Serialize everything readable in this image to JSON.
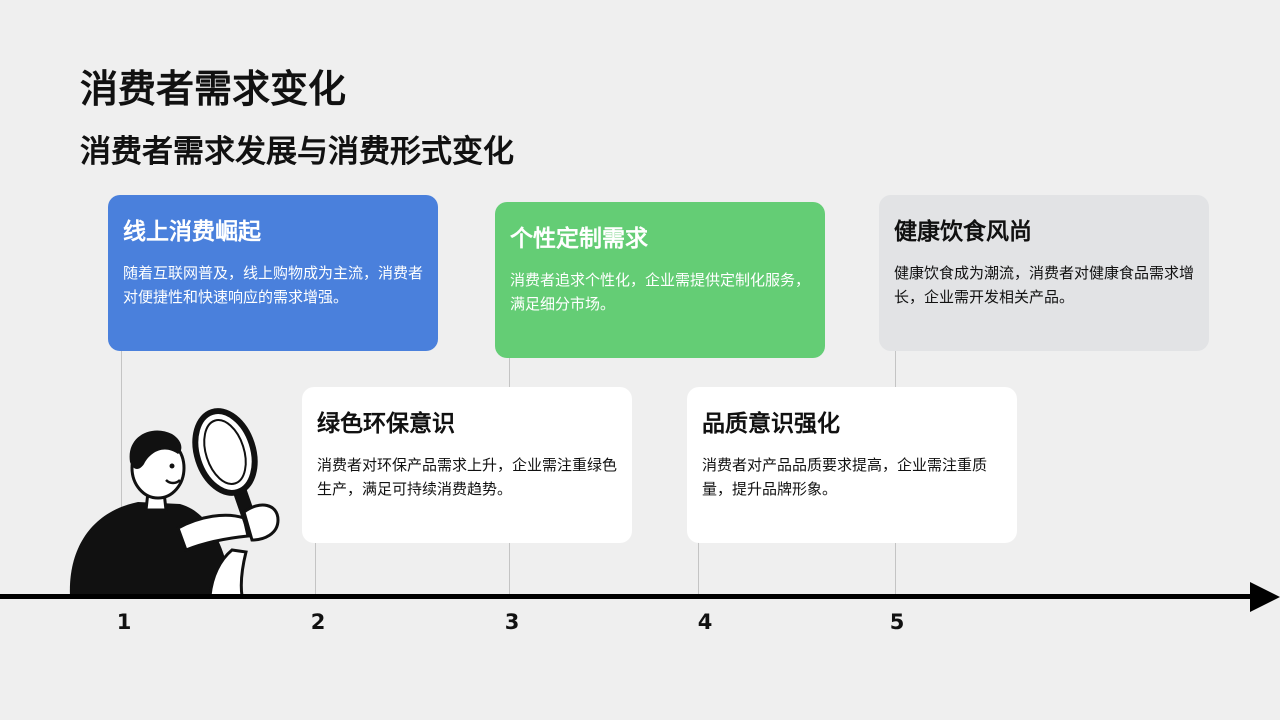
{
  "title": "消费者需求变化",
  "subtitle": "消费者需求发展与消费形式变化",
  "stages": [
    {
      "number": "1",
      "title": "线上消费崛起",
      "body": "随着互联网普及，线上购物成为主流，消费者对便捷性和快速响应的需求增强。"
    },
    {
      "number": "2",
      "title": "绿色环保意识",
      "body": "消费者对环保产品需求上升，企业需注重绿色生产，满足可持续消费趋势。"
    },
    {
      "number": "3",
      "title": "个性定制需求",
      "body": "消费者追求个性化，企业需提供定制化服务，满足细分市场。"
    },
    {
      "number": "4",
      "title": "品质意识强化",
      "body": "消费者对产品品质要求提高，企业需注重质量，提升品牌形象。"
    },
    {
      "number": "5",
      "title": "健康饮食风尚",
      "body": "健康饮食成为潮流，消费者对健康食品需求增长，企业需开发相关产品。"
    }
  ],
  "colors": {
    "blue": "#4a80dc",
    "green": "#64cd75",
    "gray": "#e2e3e5",
    "white": "#ffffff",
    "axis": "#000000"
  },
  "icons": {
    "illustration": "person-with-magnifying-glass-icon"
  }
}
